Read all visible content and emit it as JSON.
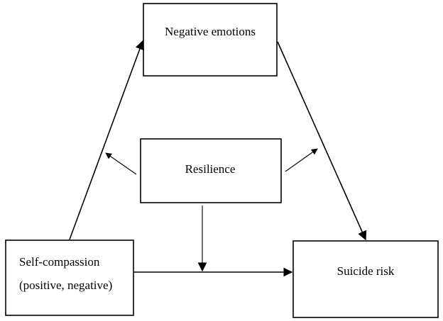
{
  "nodes": {
    "negative_emotions": "Negative emotions",
    "resilience": "Resilience",
    "self_compassion_line1": "Self-compassion",
    "self_compassion_line2": "(positive, negative)",
    "suicide_risk": "Suicide risk"
  },
  "edges": [
    {
      "from": "self_compassion",
      "to": "negative_emotions"
    },
    {
      "from": "negative_emotions",
      "to": "suicide_risk"
    },
    {
      "from": "self_compassion",
      "to": "suicide_risk"
    },
    {
      "from": "resilience",
      "to": "path_self_compassion_negative_emotions"
    },
    {
      "from": "resilience",
      "to": "path_negative_emotions_suicide_risk"
    },
    {
      "from": "resilience",
      "to": "path_self_compassion_suicide_risk"
    }
  ]
}
